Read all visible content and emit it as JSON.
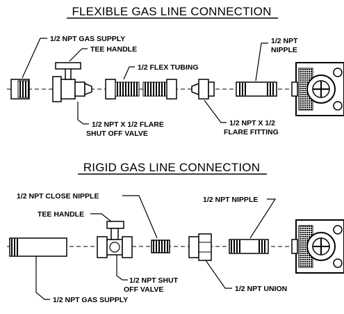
{
  "flexible": {
    "title": "FLEXIBLE GAS LINE CONNECTION",
    "labels": {
      "gas_supply": "1/2 NPT GAS SUPPLY",
      "tee_handle": "TEE HANDLE",
      "flex_tubing": "1/2 FLEX TUBING",
      "nipple_line1": "1/2 NPT",
      "nipple_line2": "NIPPLE",
      "shutoff_line1": "1/2 NPT X 1/2 FLARE",
      "shutoff_line2": "SHUT OFF VALVE",
      "flare_line1": "1/2 NPT X 1/2",
      "flare_line2": "FLARE FITTING"
    }
  },
  "rigid": {
    "title": "RIGID GAS LINE CONNECTION",
    "labels": {
      "close_nipple": "1/2 NPT CLOSE NIPPLE",
      "tee_handle": "TEE HANDLE",
      "nipple": "1/2 NPT NIPPLE",
      "shutoff_line1": "1/2 NPT SHUT",
      "shutoff_line2": "OFF VALVE",
      "gas_supply": "1/2 NPT GAS SUPPLY",
      "union": "1/2 NPT UNION"
    }
  }
}
